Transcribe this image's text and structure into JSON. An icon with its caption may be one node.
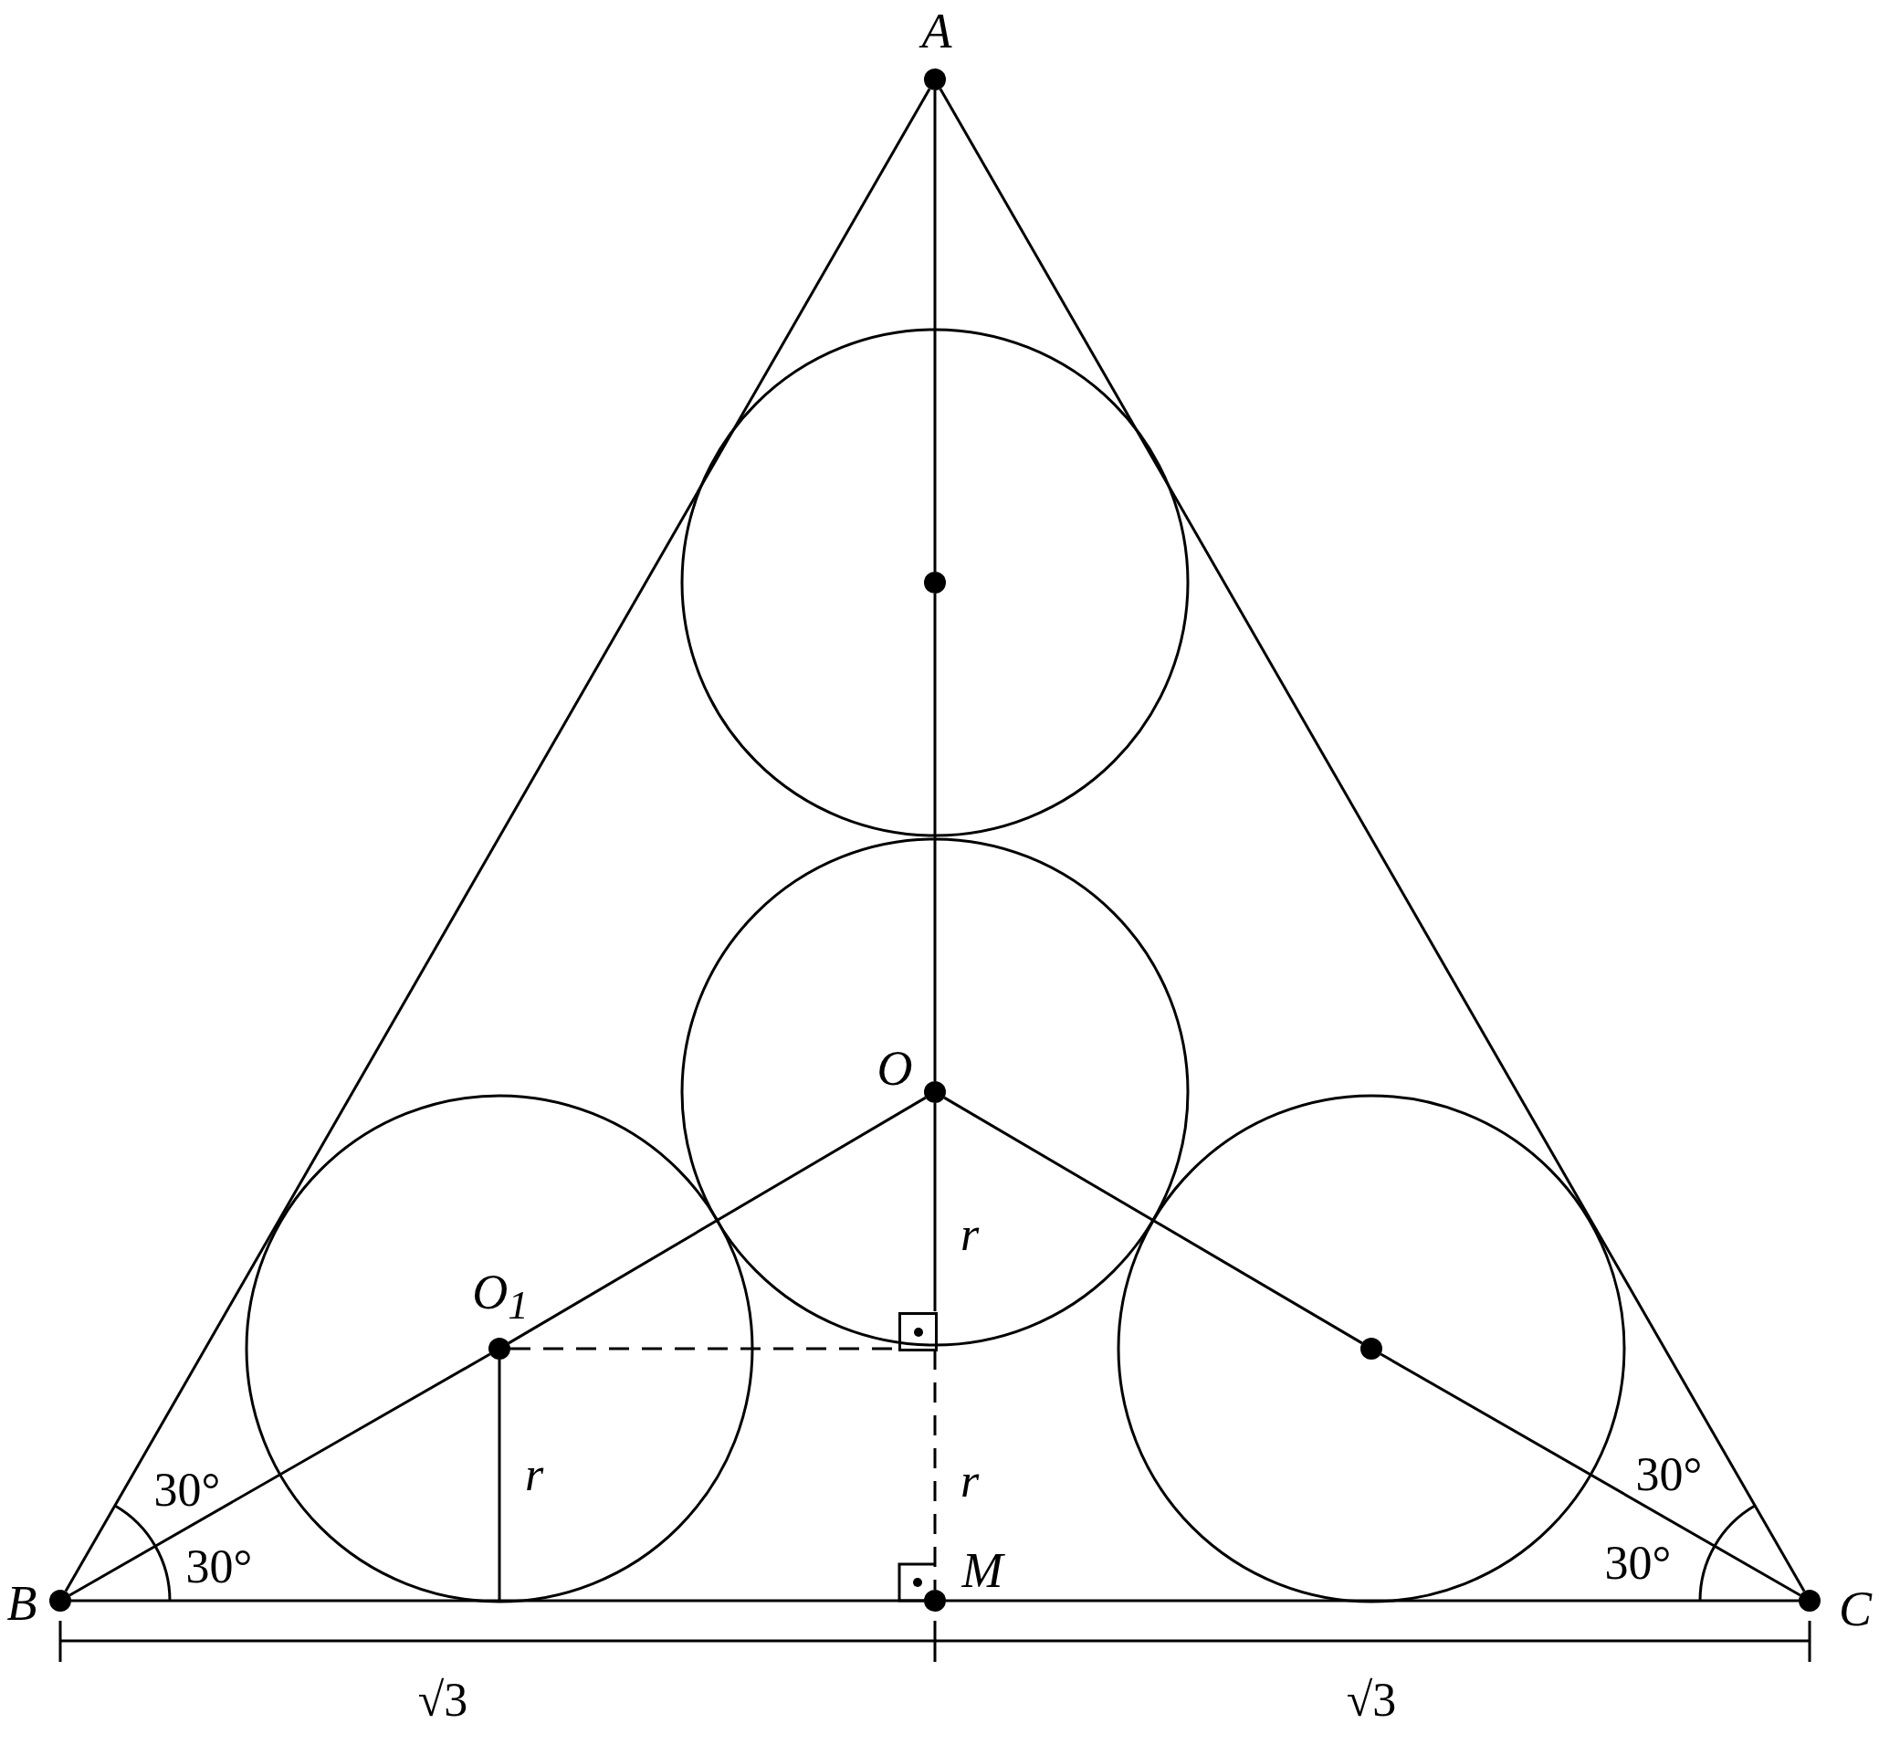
{
  "diagram": {
    "nodes": [
      {
        "text": [
          "A"
        ]
      },
      {
        "text": [
          "B"
        ]
      },
      {
        "text": [
          "C"
        ]
      },
      {
        "text": [
          "M"
        ]
      },
      {
        "text": [
          "O"
        ]
      },
      {
        "text": [
          "O$_{1}$"
        ]
      },
      {
        "text": [],
        "shape": "circle"
      },
      {
        "text": [],
        "shape": "circle"
      },
      {
        "text": [],
        "shape": "box"
      }
    ],
    "edges": [
      {
        "from": 0,
        "to": 1,
        "arrow": "none"
      },
      {
        "from": 0,
        "to": 2,
        "arrow": "none"
      },
      {
        "from": 1,
        "to": 3,
        "arrow": "none"
      },
      {
        "from": 3,
        "to": 2,
        "arrow": "none"
      },
      {
        "from": 0,
        "to": 6,
        "arrow": "none"
      },
      {
        "from": 6,
        "to": 4,
        "arrow": "none"
      },
      {
        "from": 4,
        "to": 8,
        "arrow": "none"
      },
      {
        "from": 8,
        "to": 3,
        "arrow": "none",
        "style": "dashed"
      },
      {
        "from": 4,
        "to": 5,
        "arrow": "none"
      },
      {
        "from": 5,
        "to": 1,
        "arrow": "none"
      },
      {
        "from": 4,
        "to": 7,
        "arrow": "none"
      },
      {
        "from": 7,
        "to": 2,
        "arrow": "none"
      },
      {
        "from": 5,
        "to": 8,
        "arrow": "none",
        "style": "dashed"
      },
      {
        "from": 5,
        "to": null,
        "arrow": "none"
      }
    ],
    "labels": [
      "r",
      "30°",
      "r",
      "r",
      "30°",
      "30°",
      "30°",
      "√3",
      "√3"
    ]
  }
}
